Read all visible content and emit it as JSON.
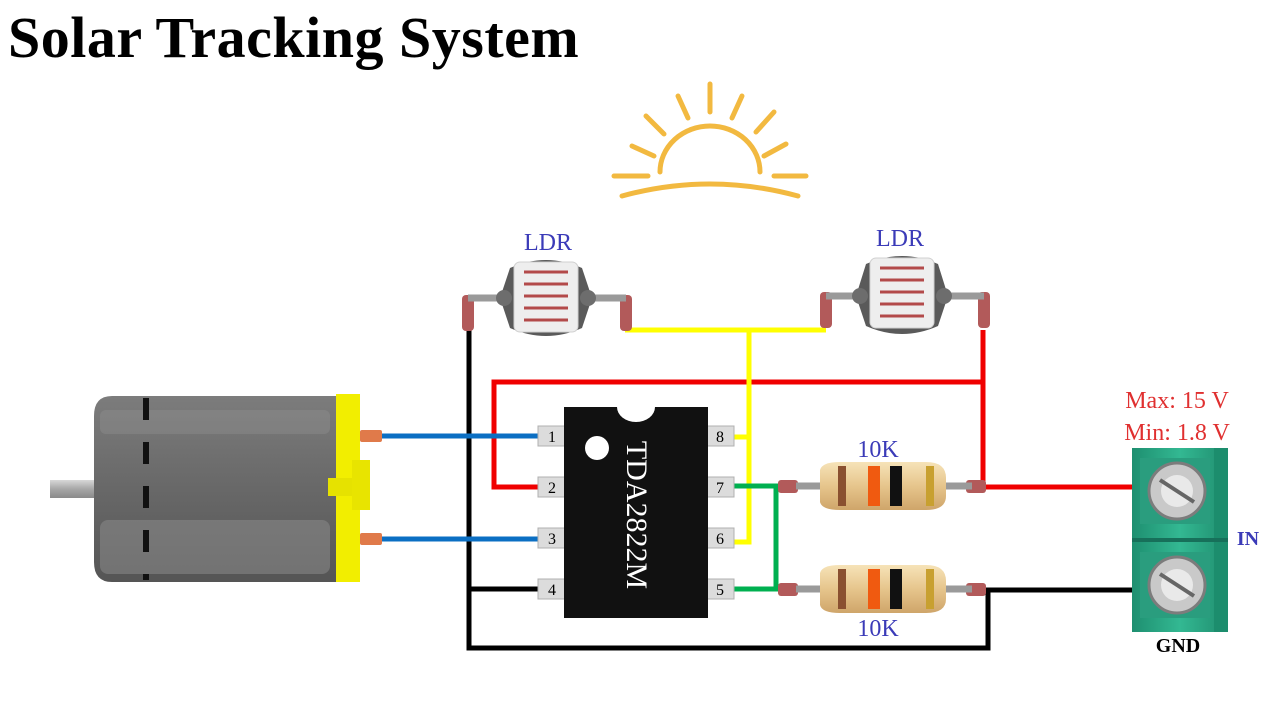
{
  "title": "Solar Tracking System",
  "ldr": {
    "left_label": "LDR",
    "right_label": "LDR"
  },
  "ic": {
    "part": "TDA2822M",
    "pins": [
      "1",
      "2",
      "3",
      "4",
      "5",
      "6",
      "7",
      "8"
    ]
  },
  "resistors": {
    "top_label": "10K",
    "bottom_label": "10K"
  },
  "terminal": {
    "max_label": "Max: 15 V",
    "min_label": "Min: 1.8 V",
    "in_label": "IN",
    "gnd_label": "GND"
  },
  "colors": {
    "wire_red": "#f00000",
    "wire_black": "#000000",
    "wire_blue": "#0b6fc3",
    "wire_yellow": "#ffff00",
    "wire_green": "#00b050",
    "label_blue": "#3b3bb8",
    "label_red": "#e03030",
    "sun": "#f2b940",
    "motor_body": "#6e6e6e",
    "motor_cap": "#f2ee00",
    "terminal_green": "#2fae8b"
  }
}
